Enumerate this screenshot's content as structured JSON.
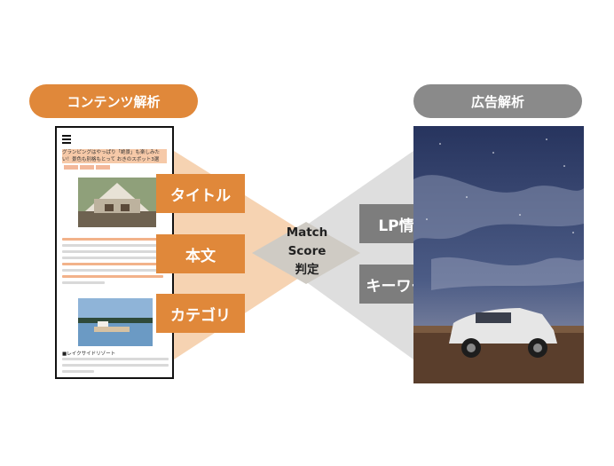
{
  "left_header": "コンテンツ解析",
  "right_header": "広告解析",
  "content_labels": [
    "タイトル",
    "本文",
    "カテゴリ"
  ],
  "ad_labels": [
    "LP情報",
    "キーワード"
  ],
  "center_lines": [
    "Match",
    "Score",
    "判定"
  ],
  "article": {
    "headline": "グランピングはやっぱり「絶景」も楽しみたい！景色も別格もとって おきのスポット3選",
    "caption": "■レイクサイドリゾート"
  },
  "colors": {
    "accent_orange": "#e0883a",
    "accent_gray": "#8a8a8a"
  }
}
